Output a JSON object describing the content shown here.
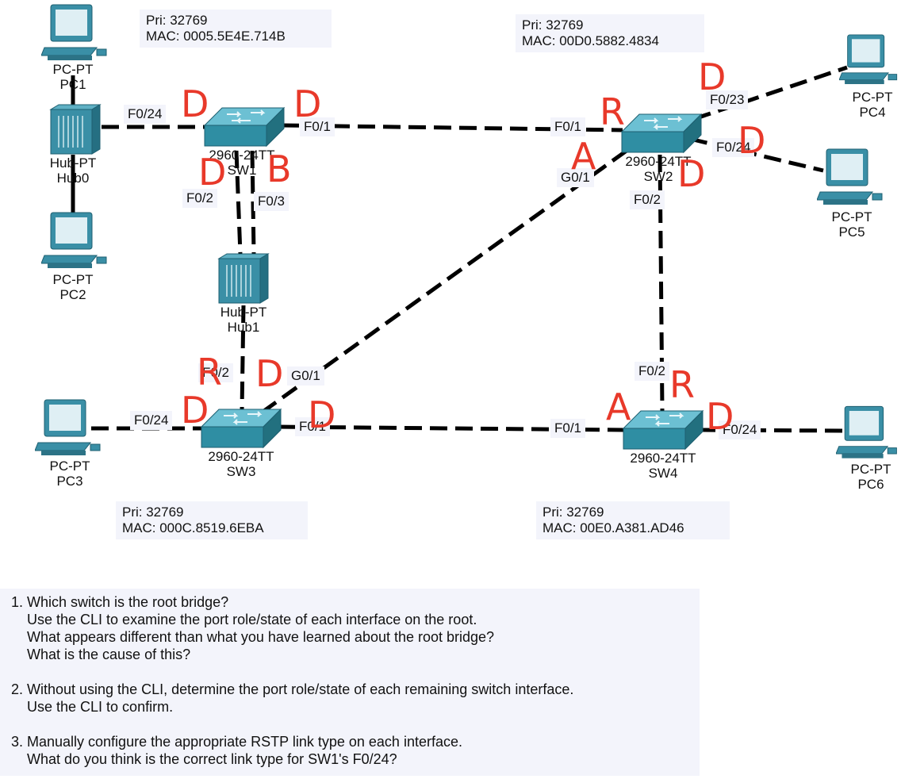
{
  "devices": {
    "pc1": {
      "model": "PC-PT",
      "name": "PC1"
    },
    "pc2": {
      "model": "PC-PT",
      "name": "PC2"
    },
    "pc3": {
      "model": "PC-PT",
      "name": "PC3"
    },
    "pc4": {
      "model": "PC-PT",
      "name": "PC4"
    },
    "pc5": {
      "model": "PC-PT",
      "name": "PC5"
    },
    "pc6": {
      "model": "PC-PT",
      "name": "PC6"
    },
    "hub0": {
      "model": "Hub-PT",
      "name": "Hub0"
    },
    "hub1": {
      "model": "Hub-PT",
      "name": "Hub1"
    },
    "sw1": {
      "model": "2960-24TT",
      "name": "SW1",
      "pri": "Pri: 32769",
      "mac": "MAC: 0005.5E4E.714B"
    },
    "sw2": {
      "model": "2960-24TT",
      "name": "SW2",
      "pri": "Pri: 32769",
      "mac": "MAC: 00D0.5882.4834"
    },
    "sw3": {
      "model": "2960-24TT",
      "name": "SW3",
      "pri": "Pri: 32769",
      "mac": "MAC: 000C.8519.6EBA"
    },
    "sw4": {
      "model": "2960-24TT",
      "name": "SW4",
      "pri": "Pri: 32769",
      "mac": "MAC: 00E0.A381.AD46"
    }
  },
  "ports": {
    "sw1_f024": "F0/24",
    "sw1_f01": "F0/1",
    "sw1_f02": "F0/2",
    "sw1_f03": "F0/3",
    "sw2_f01": "F0/1",
    "sw2_g01": "G0/1",
    "sw2_f02": "F0/2",
    "sw2_f023": "F0/23",
    "sw2_f024": "F0/24",
    "sw3_f02": "F0/2",
    "sw3_g01": "G0/1",
    "sw3_f024": "F0/24",
    "sw3_f01": "F0/1",
    "sw4_f01": "F0/1",
    "sw4_f02": "F0/2",
    "sw4_f024": "F0/24"
  },
  "roles": {
    "sw1_f024": "D",
    "sw1_f01": "D",
    "sw1_f02": "D",
    "sw1_f03": "B",
    "sw2_f01": "R",
    "sw2_g01": "A",
    "sw2_f023": "D",
    "sw2_f024": "D",
    "sw2_f02": "D",
    "sw3_f02": "R",
    "sw3_g01": "D",
    "sw3_f024": "D",
    "sw3_f01": "D",
    "sw4_f01": "A",
    "sw4_f02": "R",
    "sw4_f024": "D"
  },
  "colors": {
    "role_text": "#e8392a",
    "switch_body": "#2f8ea3",
    "info_bg": "#f3f4fb"
  },
  "questions": [
    {
      "number": "1.",
      "lines": [
        "Which switch is the root bridge?",
        "Use the CLI to examine the port role/state of each interface on the root.",
        "What appears different than what you have learned about the root bridge?",
        "What is the cause of this?"
      ]
    },
    {
      "number": "2.",
      "lines": [
        "Without using the CLI, determine the port role/state of each remaining switch interface.",
        "Use the CLI to confirm."
      ]
    },
    {
      "number": "3.",
      "lines": [
        "Manually configure the appropriate RSTP link type on each interface.",
        "What do you think is the correct link type for SW1's F0/24?"
      ]
    }
  ]
}
